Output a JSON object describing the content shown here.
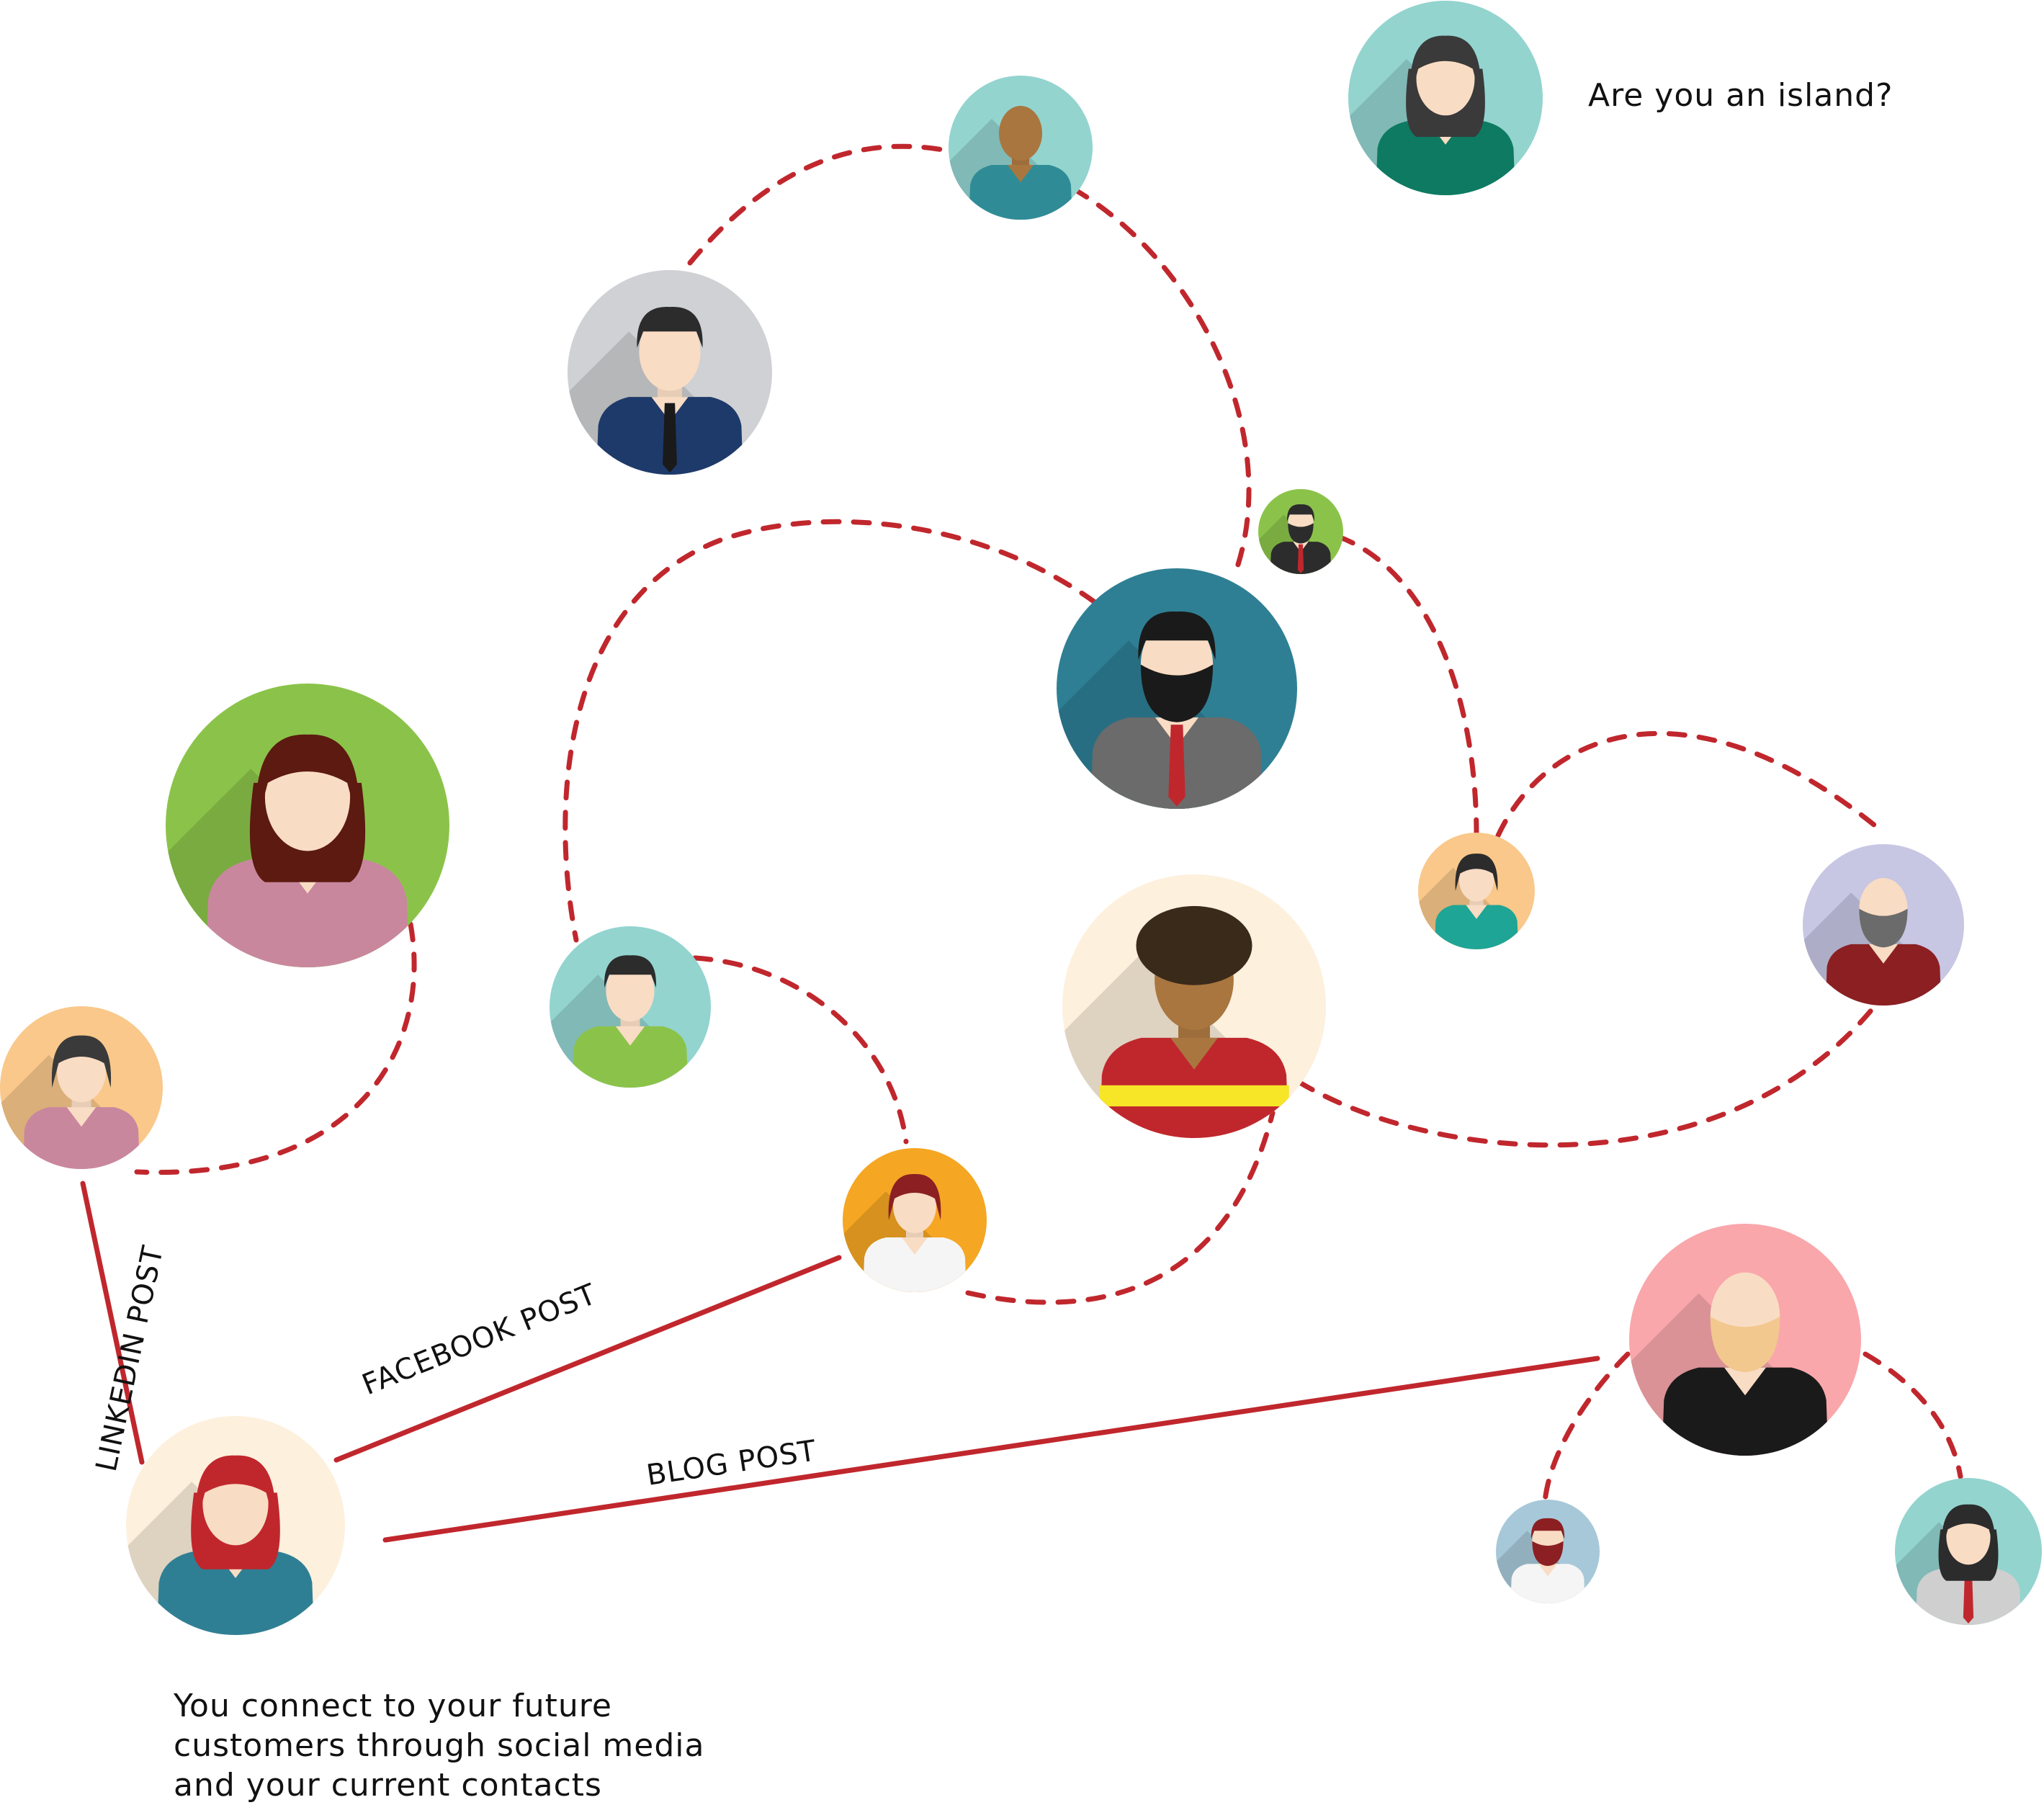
{
  "title": "Are you an island?",
  "caption_lines": [
    "You connect to your future",
    "customers through social media",
    "and your current contacts"
  ],
  "links": {
    "linkedin": "LINKEDIN POST",
    "facebook": "FACEBOOK POST",
    "blog": "BLOG POST"
  },
  "colors": {
    "line": "#c0272d",
    "dashed": "#c0272d",
    "text": "#111111"
  },
  "people": [
    {
      "name": "island-woman",
      "bg": "#93d4cf",
      "skin": "#f9dcc4",
      "hair": "#3a3a3a",
      "shirt": "#0e7a62",
      "hair_style": "long"
    },
    {
      "name": "bald-man-top",
      "bg": "#93d4cf",
      "skin": "#a9763f",
      "hair": "#a9763f",
      "shirt": "#2f8c96",
      "hair_style": "bald"
    },
    {
      "name": "suit-man",
      "bg": "#cfd1d4",
      "skin": "#f9dcc4",
      "hair": "#2c2c2c",
      "shirt": "#1e3a6b",
      "hair_style": "short",
      "tie": "#1a1a1a"
    },
    {
      "name": "small-bearded-man",
      "bg": "#8bc34a",
      "skin": "#f9dcc4",
      "hair": "#2c2c2c",
      "shirt": "#2c2c2c",
      "hair_style": "short",
      "beard": "#2c2c2c",
      "tie": "#c0272d"
    },
    {
      "name": "bearded-man-center",
      "bg": "#2f7f94",
      "skin": "#f9dcc4",
      "hair": "#1a1a1a",
      "shirt": "#6b6b6b",
      "hair_style": "short",
      "beard": "#1a1a1a",
      "tie": "#c0272d"
    },
    {
      "name": "green-woman",
      "bg": "#8bc34a",
      "skin": "#f9dcc4",
      "hair": "#5c1a10",
      "shirt": "#c9879e",
      "hair_style": "curly"
    },
    {
      "name": "pink-woman",
      "bg": "#f9c88a",
      "skin": "#f9dcc4",
      "hair": "#3a3a3a",
      "shirt": "#c9879e",
      "hair_style": "bob"
    },
    {
      "name": "green-shirt-man",
      "bg": "#93d4cf",
      "skin": "#f9dcc4",
      "hair": "#2c2c2c",
      "shirt": "#8bc34a",
      "hair_style": "spiky"
    },
    {
      "name": "afro-man",
      "bg": "#fdf0dd",
      "skin": "#a9763f",
      "hair": "#3a2a1a",
      "shirt": "#c0272d",
      "hair_style": "afro",
      "stripe": "#f7e627"
    },
    {
      "name": "teal-woman",
      "bg": "#f9c88a",
      "skin": "#f9dcc4",
      "hair": "#2c2c2c",
      "shirt": "#1fa596",
      "hair_style": "bob"
    },
    {
      "name": "grey-beard-man",
      "bg": "#c7c6e3",
      "skin": "#f9dcc4",
      "hair": "#f9dcc4",
      "shirt": "#8b1f22",
      "hair_style": "bald",
      "beard": "#6b6b6b"
    },
    {
      "name": "redhead-orange",
      "bg": "#f5a623",
      "skin": "#f9dcc4",
      "hair": "#8b1f22",
      "shirt": "#f5f5f5",
      "hair_style": "bob"
    },
    {
      "name": "blonde-beard-man",
      "bg": "#f9a7ab",
      "skin": "#f9dcc4",
      "hair": "#f2c88e",
      "shirt": "#1a1a1a",
      "hair_style": "bald",
      "beard": "#f2c88e"
    },
    {
      "name": "you-redhead",
      "bg": "#fdf0dd",
      "skin": "#f9dcc4",
      "hair": "#c0272d",
      "shirt": "#2f7f94",
      "hair_style": "long"
    },
    {
      "name": "small-red-beard-man",
      "bg": "#a7c8d8",
      "skin": "#f9dcc4",
      "hair": "#8b1f22",
      "shirt": "#f5f5f5",
      "hair_style": "short",
      "beard": "#8b1f22"
    },
    {
      "name": "grey-suit-woman",
      "bg": "#93d4cf",
      "skin": "#f9dcc4",
      "hair": "#2c2c2c",
      "shirt": "#cfcfcf",
      "hair_style": "long",
      "tie": "#c0272d"
    }
  ]
}
